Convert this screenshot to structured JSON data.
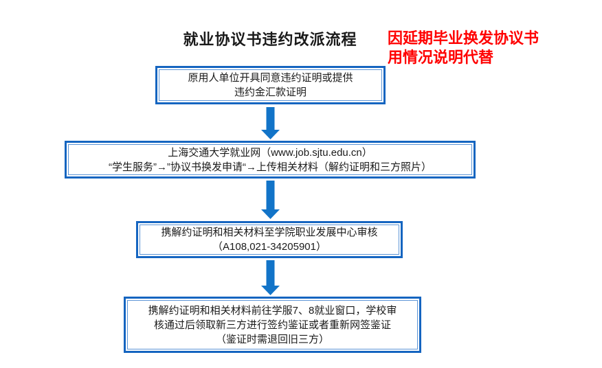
{
  "title": {
    "text": "就业协议书违约改派流程"
  },
  "note": {
    "line1": "因延期毕业换发协议书",
    "line2": "用情况说明代替"
  },
  "colors": {
    "box_border": "#1565c0",
    "box_inner_line": "#5b94d6",
    "arrow": "#1274c8",
    "text": "#1a1a1a",
    "note": "#ff0000"
  },
  "flow": {
    "steps": [
      {
        "name": "step-1",
        "lines": [
          "原用人单位开具同意违约证明或提供",
          "违约金汇款证明"
        ]
      },
      {
        "name": "step-2",
        "lines": [
          "上海交通大学就业网（www.job.sjtu.edu.cn）",
          "“学生服务”→”协议书换发申请“→上传相关材料（解约证明和三方照片）"
        ]
      },
      {
        "name": "step-3",
        "lines": [
          "携解约证明和相关材料至学院职业发展中心审核",
          "（A108,021-34205901）"
        ]
      },
      {
        "name": "step-4",
        "lines": [
          "携解约证明和相关材料前往学服7、8就业窗口，学校审",
          "核通过后领取新三方进行签约鉴证或者重新网签鉴证",
          "（鉴证时需退回旧三方）"
        ]
      }
    ]
  }
}
